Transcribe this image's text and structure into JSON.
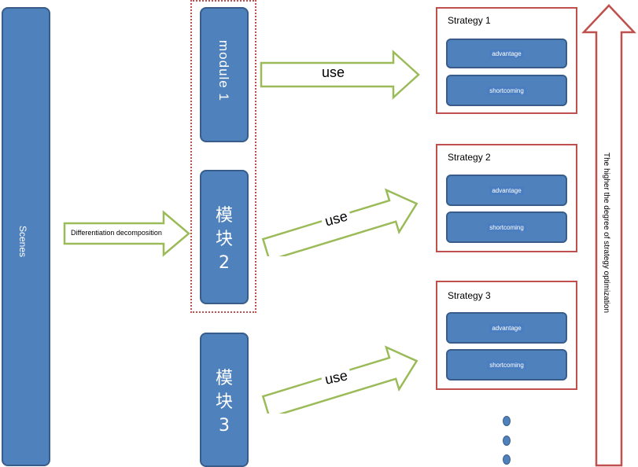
{
  "scenes": {
    "label": "Scenes"
  },
  "decomposition": {
    "label": "Differentiation decomposition"
  },
  "modules": [
    {
      "label": "module 1"
    },
    {
      "label": "模\n块\n2"
    },
    {
      "label": "模\n块\n3"
    }
  ],
  "arrows": [
    {
      "label": "use"
    },
    {
      "label": "use"
    },
    {
      "label": "use"
    }
  ],
  "strategies": [
    {
      "title": "Strategy 1",
      "advantage": "advantage",
      "shortcoming": "shortcoming"
    },
    {
      "title": "Strategy 2",
      "advantage": "advantage",
      "shortcoming": "shortcoming"
    },
    {
      "title": "Strategy 3",
      "advantage": "advantage",
      "shortcoming": "shortcoming"
    }
  ],
  "optimization": {
    "label": "The higher the degree of strategy optimization"
  },
  "colors": {
    "box_fill": "#4f81bd",
    "box_border": "#385d8a",
    "card_border": "#c0504d",
    "arrow_border": "#9bbb59",
    "dotted_frame": "#c0504d"
  }
}
